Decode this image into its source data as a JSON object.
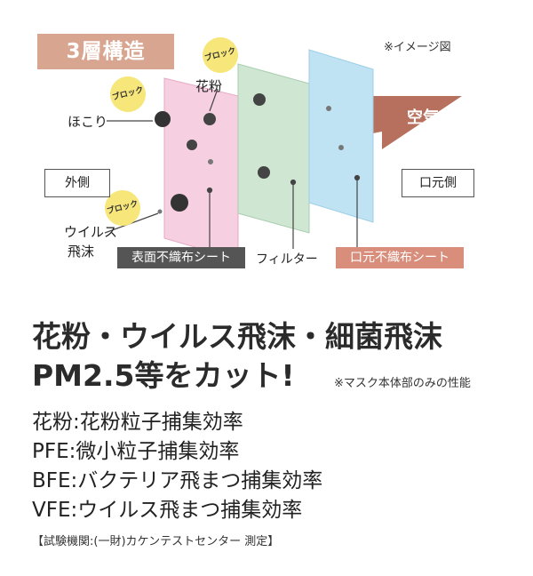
{
  "diagram": {
    "title": "3層構造",
    "image_note": "※イメージ図",
    "block_badge": "ブロック",
    "dust": "ほこり",
    "pollen": "花粉",
    "virus_line1": "ウイルス",
    "virus_line2": "飛沫",
    "outside": "外側",
    "mouth_side": "口元側",
    "air": "空気",
    "layer_outer": "表面不織布シート",
    "layer_filter": "フィルター",
    "layer_inner": "口元不織布シート",
    "colors": {
      "title_bg": "#d7a590",
      "pink_layer": "#f6cfe0",
      "green_layer": "#cfe6d2",
      "blue_layer": "#bfe3f2",
      "arrow": "#b8705e",
      "badge": "#f7e77a"
    }
  },
  "headline": {
    "line1": "花粉・ウイルス飛沫・細菌飛沫",
    "line2": "PM2.5等をカット!",
    "note": "※マスク本体部のみの性能"
  },
  "specs": [
    "花粉:花粉粒子捕集効率",
    "PFE:微小粒子捕集効率",
    "BFE:バクテリア飛まつ捕集効率",
    "VFE:ウイルス飛まつ捕集効率"
  ],
  "footer": "【試験機関:(一財)カケンテストセンター 測定】"
}
